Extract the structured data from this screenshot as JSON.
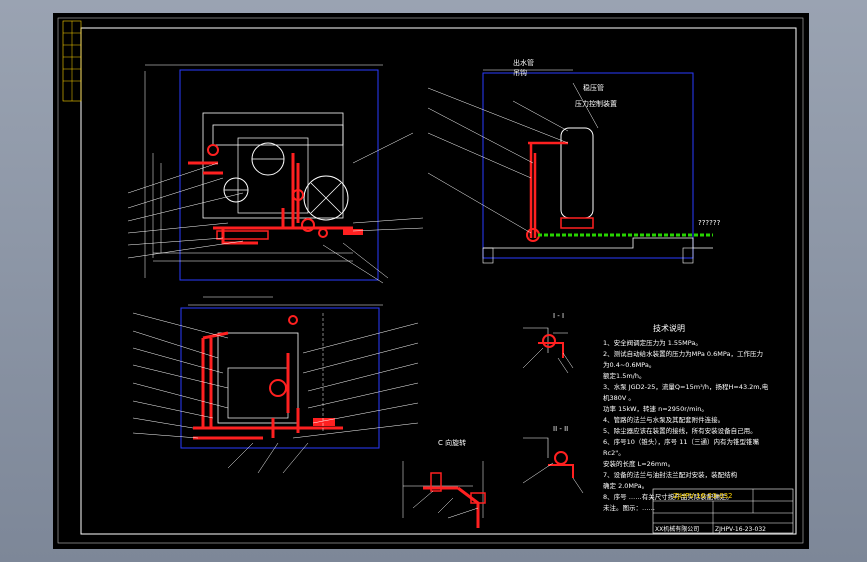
{
  "drawing": {
    "side_view_labels": {
      "outlet_pipe": "出水管",
      "bracket": "吊钩",
      "pressure_pipe": "稳压管",
      "pressure_tank": "压力控制装置",
      "floor_note": "??????"
    },
    "section_labels": {
      "sec1": "I - I",
      "sec2": "II - II",
      "detail": "C 向旋转"
    },
    "notes": {
      "title": "技术说明",
      "lines": [
        "1、安全阀调定压力为  1.55MPa。",
        "2、测试自动给水装置的压力为MPa 0.6MPa，工作压力",
        "   为0.4~0.6MPa。",
        "   额定1.5m/h。",
        "3、水泵 JGD2-25，流量Q=15m³/h，扬程H=43.2m,电",
        "   机380V 。",
        "   功率 15kW，转速 n=2950r/min。",
        "4、管路的法兰与水泵及其配套附件连接。",
        "5、除尘器应该在装置的接线，所有安装设备自己用。",
        "6、序号10（锥头），序号 11（三通）内有为锥型锥嘴",
        "   Rc2\"。",
        "   安装的长度 L=26mm。",
        "7、设备的法兰与油封法兰配对安装，装配结构",
        "   确定 2.0MPa。",
        "8、序号 ……有关尺寸按产品实际装配确定。",
        "   未注。图示：……"
      ]
    },
    "title_block": {
      "drawing_no": "ZJHPV-16-23-032",
      "drawing_no_2": "ZJHPV-16-23-032",
      "company": "XX机械有限公司"
    }
  }
}
